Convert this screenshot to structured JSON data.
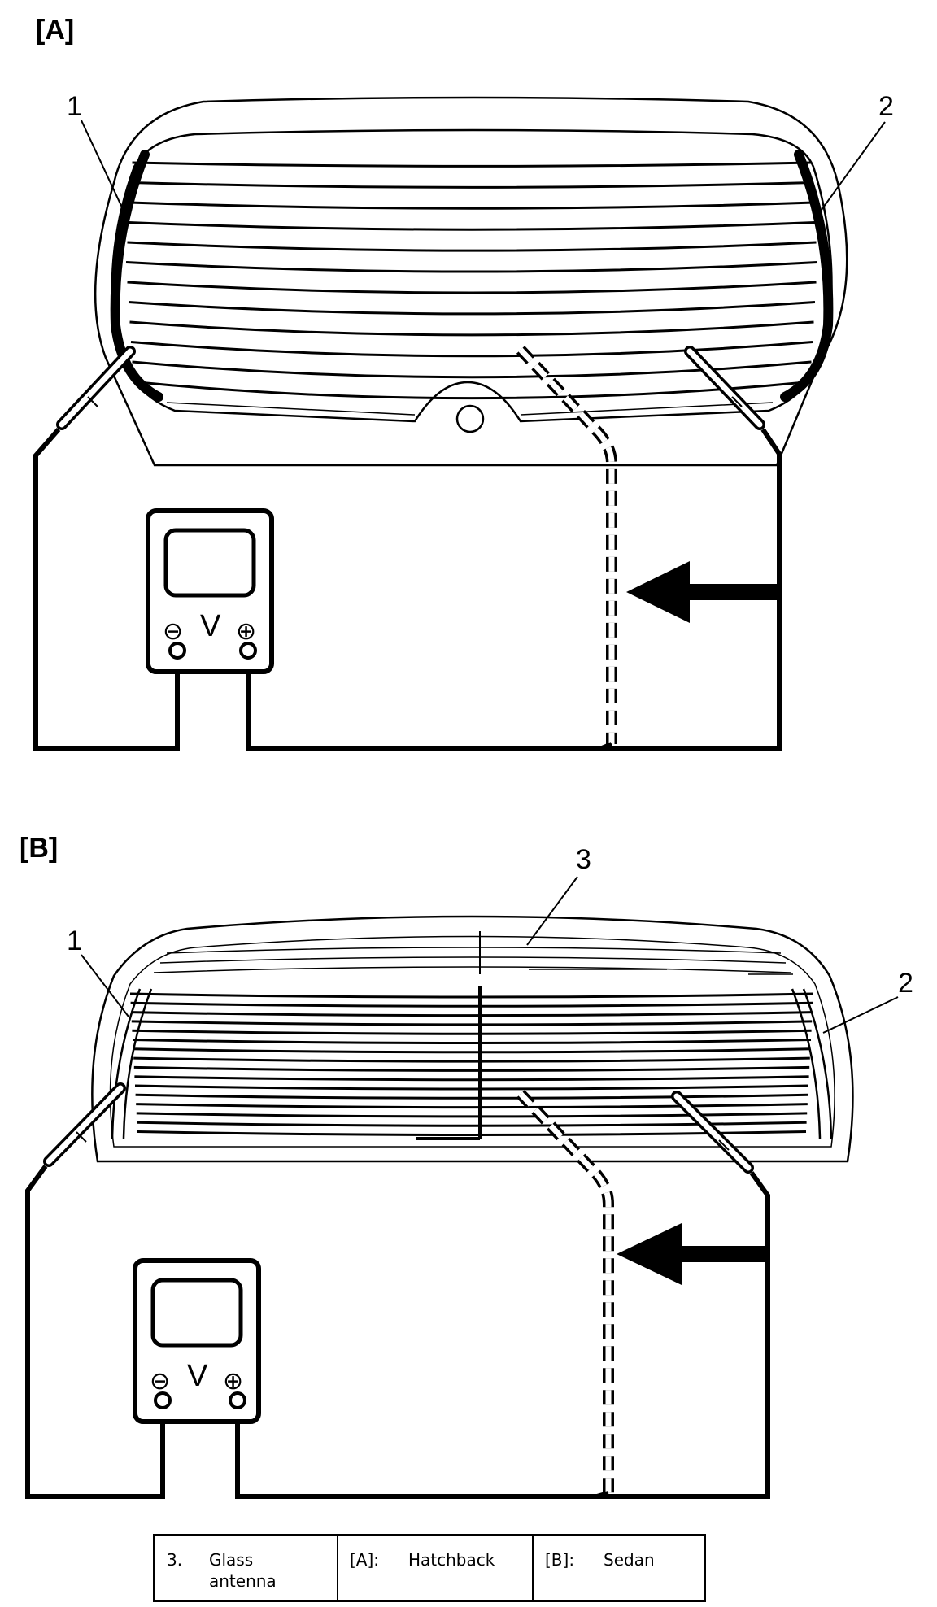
{
  "panels": [
    {
      "id": "A",
      "tag": "[A]",
      "callouts": [
        "1",
        "2"
      ],
      "meter_symbol": "V",
      "minus": "⊖",
      "plus": "⊕"
    },
    {
      "id": "B",
      "tag": "[B]",
      "callouts": [
        "1",
        "2",
        "3"
      ],
      "meter_symbol": "V",
      "minus": "⊖",
      "plus": "⊕"
    }
  ],
  "legend": [
    {
      "key": "3.",
      "value": "Glass antenna"
    },
    {
      "key": "[A]:",
      "value": "Hatchback"
    },
    {
      "key": "[B]:",
      "value": "Sedan"
    }
  ]
}
